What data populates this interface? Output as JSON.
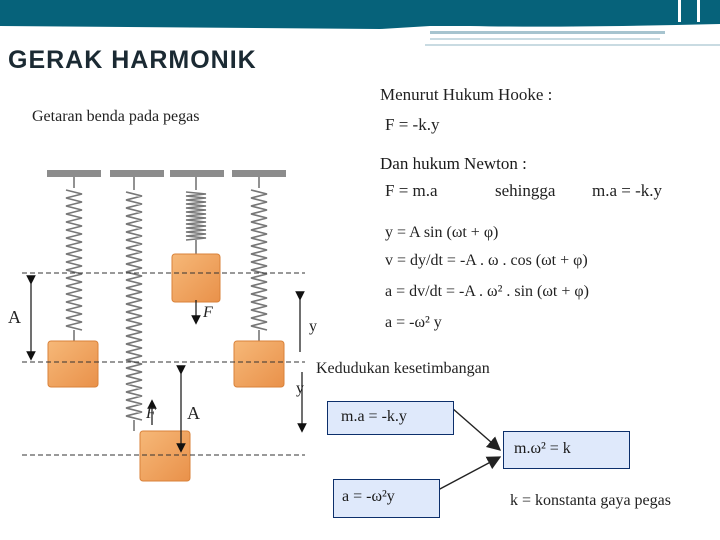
{
  "slide": {
    "title": "GERAK HARMONIK",
    "caption": "Getaran benda pada pegas",
    "hooke_intro": "Menurut Hukum Hooke :",
    "hooke_eq": "F = -k.y",
    "newton_intro": "Dan hukum Newton :",
    "newton_eq": "F = m.a",
    "sehingga": "sehingga",
    "newton_result": "m.a = -k.y",
    "eq_y": "y = A sin (ωt + φ)",
    "eq_v": "v = dy/dt = -A . ω . cos (ωt + φ)",
    "eq_a": "a = dv/dt = -A . ω² . sin (ωt + φ)",
    "eq_a_short": "a = -ω² y",
    "equilibrium": "Kedudukan kesetimbangan",
    "box1": "m.a = -k.y",
    "box2": "m.ω² = k",
    "box3": "a = -ω²y",
    "k_def": "k = konstanta gaya pegas"
  },
  "diagram": {
    "label_A_left": "A",
    "label_F_1": "F",
    "label_y_1": "y",
    "label_y_2": "y",
    "label_F_2": "F",
    "label_A_bottom": "A"
  },
  "colors": {
    "header": "#06627a",
    "mass_fill": "#f2a65e",
    "mass_edge": "#d9823a",
    "box_fill": "#dfe9fb",
    "box_edge": "#0c2f6b"
  }
}
